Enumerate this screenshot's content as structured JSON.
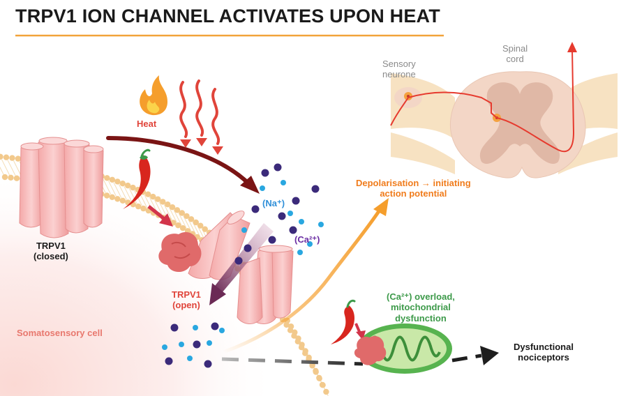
{
  "title": "TRPV1 ION CHANNEL ACTIVATES UPON HEAT",
  "labels": {
    "heat": "Heat",
    "trpv1_closed": "TRPV1\n(closed)",
    "trpv1_open": "TRPV1\n(open)",
    "sodium": "(Na⁺)",
    "calcium": "(Ca²⁺)",
    "somatosensory_cell": "Somatosensory cell",
    "sensory_neurone": "Sensory\nneurone",
    "spinal_cord": "Spinal\ncord",
    "depolarisation": "Depolarisation → initiating\naction potential",
    "ca_overload": "(Ca²⁺) overload,\nmitochondrial\ndysfunction",
    "dysfunctional_nociceptors": "Dysfunctional\nnociceptors"
  },
  "colors": {
    "title_underline": "#f2a33a",
    "membrane_bead": "#f2c98c",
    "channel_pink": "#f6b3b3",
    "heat_red": "#e0443a",
    "arrow_dark_red": "#7a1414",
    "sodium_ion": "#29a7e0",
    "calcium_ion": "#3b2a7a",
    "orange_arrow": "#f59e2c",
    "spinal_tissue": "#f3d6c6",
    "nerve_line": "#e63a2e",
    "mitochondrion_green": "#57b34f"
  },
  "icons": [
    "flame-icon",
    "heat-waves-icon",
    "chili-pepper-icon",
    "capsaicin-blob-icon",
    "mitochondrion-icon",
    "spinal-cord-icon"
  ]
}
